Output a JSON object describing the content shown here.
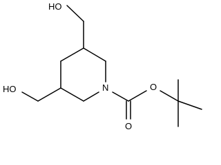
{
  "molecule": {
    "atoms": {
      "top_hydroxyl": "HO",
      "left_hydroxyl": "HO",
      "ring_nitrogen": "N",
      "ester_oxygen": "O",
      "carbonyl_oxygen": "O"
    }
  }
}
